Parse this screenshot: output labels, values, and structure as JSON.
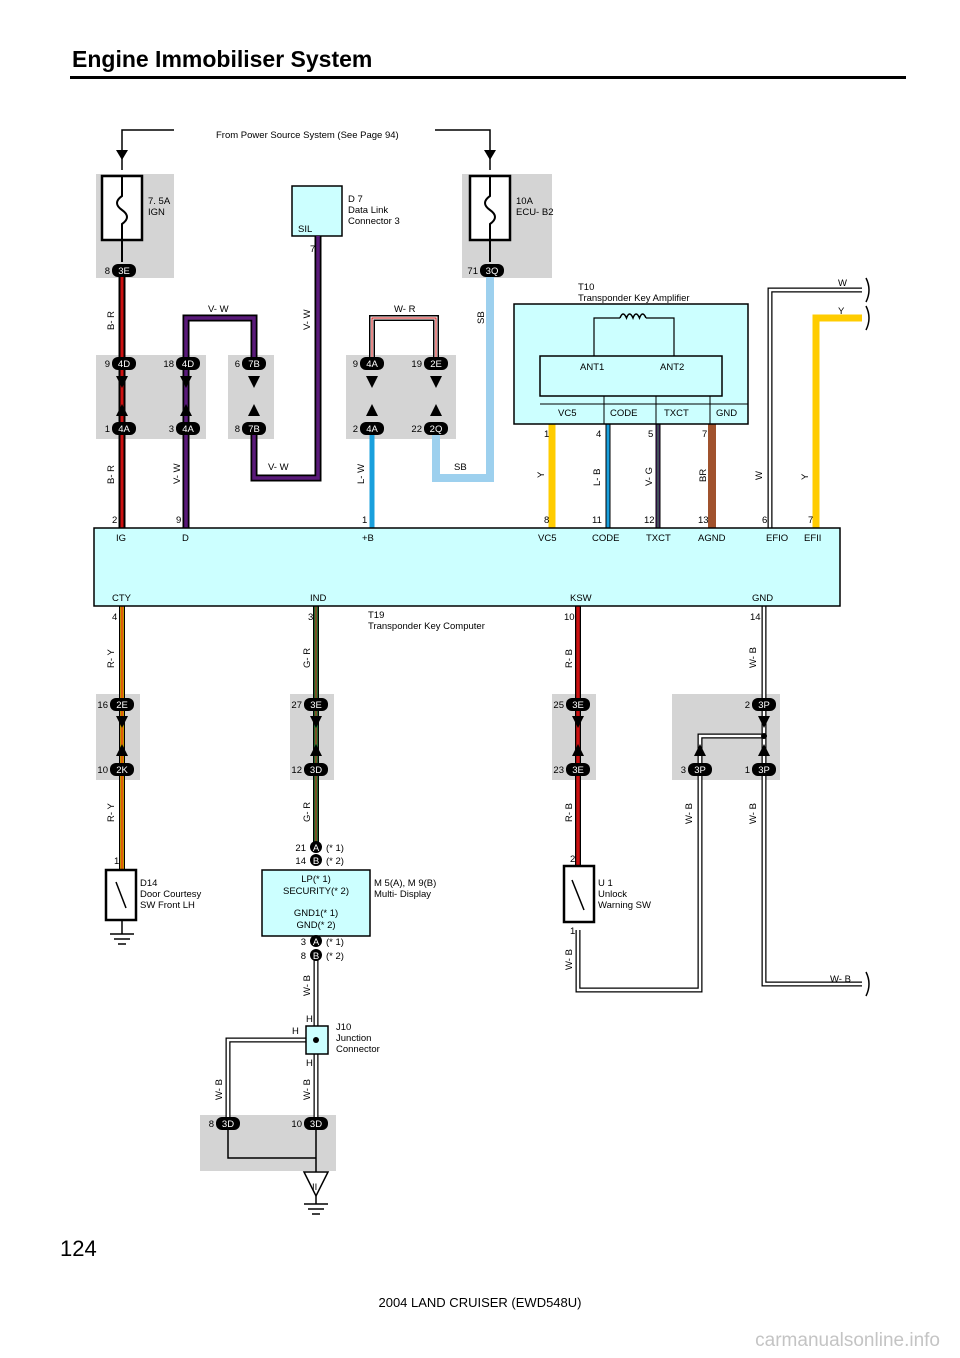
{
  "title": "Engine Immobiliser System",
  "page_number": "124",
  "footer": "2004 LAND CRUISER (EWD548U)",
  "watermark": "carmanualsonline.info",
  "source_note": "From Power Source System (See Page 94)",
  "fuses": [
    {
      "rating": "7. 5A",
      "name": "IGN"
    },
    {
      "rating": "10A",
      "name": "ECU- B2"
    }
  ],
  "dlc": {
    "id": "D 7",
    "name_line1": "Data Link",
    "name_line2": "Connector 3",
    "terminal": "SIL",
    "pin": "7"
  },
  "amplifier": {
    "id": "T10",
    "name": "Transponder Key Amplifier",
    "antennas": [
      "ANT1",
      "ANT2"
    ],
    "terminals": [
      "VC5",
      "CODE",
      "TXCT",
      "GND"
    ],
    "pins": [
      "1",
      "4",
      "5",
      "7"
    ]
  },
  "computer": {
    "id": "T19",
    "name": "Transponder Key Computer",
    "top_terminals": [
      "IG",
      "D",
      "+B",
      "VC5",
      "CODE",
      "TXCT",
      "AGND",
      "EFIO",
      "EFII"
    ],
    "top_pins": [
      "2",
      "9",
      "1",
      "8",
      "11",
      "12",
      "13",
      "6",
      "7"
    ],
    "bottom_terminals": [
      "CTY",
      "IND",
      "KSW",
      "GND"
    ],
    "bottom_pins": [
      "4",
      "3",
      "10",
      "14"
    ]
  },
  "connectors": {
    "c3E_top": {
      "pin": "8",
      "code": "3E"
    },
    "c3Q_top": {
      "pin": "71",
      "code": "3Q"
    },
    "c4D_a": {
      "pin": "9",
      "code": "4D"
    },
    "c4A_a": {
      "pin": "1",
      "code": "4A"
    },
    "c4D_b": {
      "pin": "18",
      "code": "4D"
    },
    "c4A_b": {
      "pin": "3",
      "code": "4A"
    },
    "c7B_a": {
      "pin": "6",
      "code": "7B"
    },
    "c7B_b": {
      "pin": "8",
      "code": "7B"
    },
    "c4A_c": {
      "pin": "9",
      "code": "4A"
    },
    "c4A_d": {
      "pin": "2",
      "code": "4A"
    },
    "c2E_a": {
      "pin": "19",
      "code": "2E"
    },
    "c2Q_a": {
      "pin": "22",
      "code": "2Q"
    },
    "c2E_b": {
      "pin": "16",
      "code": "2E"
    },
    "c2K": {
      "pin": "10",
      "code": "2K"
    },
    "c3E_b": {
      "pin": "27",
      "code": "3E"
    },
    "c3D_a": {
      "pin": "12",
      "code": "3D"
    },
    "c3E_c": {
      "pin": "25",
      "code": "3E"
    },
    "c3E_d": {
      "pin": "23",
      "code": "3E"
    },
    "c3P_a": {
      "pin": "2",
      "code": "3P"
    },
    "c3P_b": {
      "pin": "3",
      "code": "3P"
    },
    "c3P_c": {
      "pin": "1",
      "code": "3P"
    },
    "c3D_b": {
      "pin": "8",
      "code": "3D"
    },
    "c3D_c": {
      "pin": "10",
      "code": "3D"
    }
  },
  "wire_labels": {
    "br1": "B- R",
    "br2": "B- R",
    "vw_top": "V- W",
    "vw_dlc": "V- W",
    "vw_mid": "V- W",
    "vw_low": "V- W",
    "wr": "W- R",
    "sb1": "SB",
    "sb2": "SB",
    "lw": "L- W",
    "y1": "Y",
    "lb": "L- B",
    "vg": "V- G",
    "brn": "BR",
    "w1": "W",
    "y2": "Y",
    "w_right": "W",
    "y_right": "Y",
    "ry1": "R- Y",
    "ry2": "R- Y",
    "gr1": "G- R",
    "gr2": "G- R",
    "rb1": "R- B",
    "rb2": "R- B",
    "wb1": "W- B",
    "wb2": "W- B",
    "wb3": "W- B",
    "wb4": "W- B",
    "wb5": "W- B",
    "wb6": "W- B",
    "wb7": "W- B",
    "wb_right": "W- B"
  },
  "door_sw": {
    "id": "D14",
    "line1": "Door Courtesy",
    "line2": "SW Front LH",
    "pin": "1"
  },
  "unlock_sw": {
    "id": "U 1",
    "line1": "Unlock",
    "line2": "Warning SW",
    "pin_top": "2",
    "pin_bottom": "1"
  },
  "display": {
    "id": "M 5(A), M 9(B)",
    "name": "Multi- Display",
    "lp": "LP(* 1)",
    "security": "SECURITY(* 2)",
    "gnd1": "GND1(* 1)",
    "gnd2": "GND(* 2)",
    "top_a_pin": "21",
    "top_a": "A",
    "top_a_note": "(* 1)",
    "top_b_pin": "14",
    "top_b": "B",
    "top_b_note": "(* 2)",
    "bot_a_pin": "3",
    "bot_a": "A",
    "bot_a_note": "(* 1)",
    "bot_b_pin": "8",
    "bot_b": "B",
    "bot_b_note": "(* 2)"
  },
  "junction": {
    "id": "J10",
    "line1": "Junction",
    "line2": "Connector",
    "h": "H"
  },
  "ground_label": "II",
  "colors": {
    "black": "#000000",
    "red": "#cc1111",
    "purple": "#5a1a7a",
    "lightblue": "#9dd0ee",
    "cyan_box": "#ccffff",
    "blue": "#1aa0dd",
    "yellow": "#ffcc00",
    "brown": "#a0522d",
    "green": "#2a8a3a",
    "gray_bg": "#d4d4d4",
    "white": "#ffffff"
  }
}
